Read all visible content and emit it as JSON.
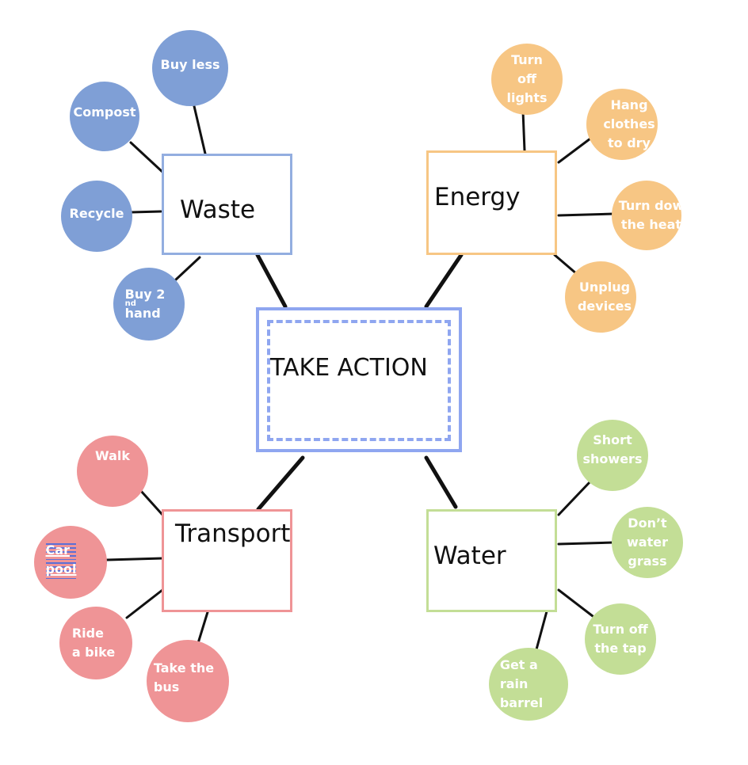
{
  "center": {
    "label": "TAKE ACTION"
  },
  "categories": [
    {
      "key": "waste",
      "label": "Waste",
      "color": "#7f9fd6",
      "items": [
        {
          "line1": "Buy less"
        },
        {
          "line1": "Compost"
        },
        {
          "line1": "Recycle"
        },
        {
          "line1": "Buy 2",
          "sup": "nd",
          "line2": "hand"
        }
      ]
    },
    {
      "key": "energy",
      "label": "Energy",
      "color": "#f7c684",
      "items": [
        {
          "line1": "Turn",
          "line2": "off",
          "line3": "lights"
        },
        {
          "line1": "Hang",
          "line2": "clothes",
          "line3": "to dry"
        },
        {
          "line1": "Turn dow",
          "line2": "the heat"
        },
        {
          "line1": "Unplug",
          "line2": "devices"
        }
      ]
    },
    {
      "key": "transport",
      "label": "Transport",
      "color": "#ef9496",
      "items": [
        {
          "line1": "Walk"
        },
        {
          "line1": "Car",
          "line2": "pool"
        },
        {
          "line1": "Ride",
          "line2": "a bike"
        },
        {
          "line1": "Take the",
          "line2": "bus"
        }
      ]
    },
    {
      "key": "water",
      "label": "Water",
      "color": "#c3de96",
      "items": [
        {
          "line1": "Short",
          "line2": "showers"
        },
        {
          "line1": "Don’t",
          "line2": "water",
          "line3": "grass"
        },
        {
          "line1": "Turn off",
          "line2": "the tap"
        },
        {
          "line1": "Get a",
          "line2": "rain",
          "line3": "barrel"
        }
      ]
    }
  ],
  "colors": {
    "center_border": "#8fa6f0",
    "line": "#111111"
  }
}
